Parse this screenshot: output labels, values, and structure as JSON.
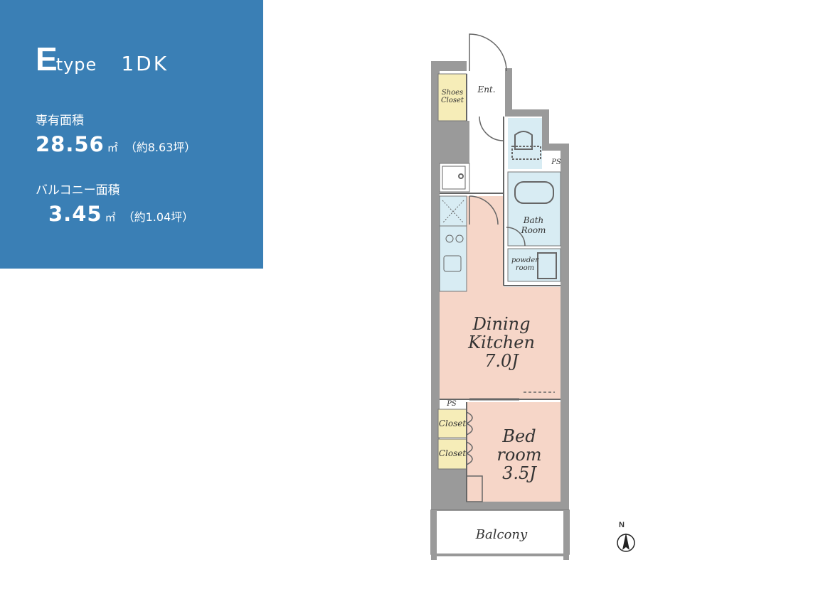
{
  "header": {
    "type_letter": "E",
    "type_word": "type",
    "layout": "1DK"
  },
  "area": {
    "label": "専有面積",
    "value": "28.56",
    "unit": "㎡",
    "tsubo": "（約8.63坪）"
  },
  "balcony_area": {
    "label": "バルコニー面積",
    "value": "3.45",
    "unit": "㎡",
    "tsubo": "（約1.04坪）"
  },
  "rooms": {
    "entrance": "Ent.",
    "shoes_closet_1": "Shoes",
    "shoes_closet_2": "Closet",
    "ps_top": "PS",
    "bath_1": "Bath",
    "bath_2": "Room",
    "powder_1": "powder",
    "powder_2": "room",
    "dining_1": "Dining",
    "dining_2": "Kitchen",
    "dining_3": "7.0J",
    "ps_bed": "PS",
    "closet_1": "Closet",
    "closet_2": "Closet",
    "bed_1": "Bed",
    "bed_2": "room",
    "bed_3": "3.5J",
    "balcony": "Balcony"
  },
  "compass": {
    "label": "N"
  },
  "colors": {
    "panel": "#3a7fb5",
    "wall": "#9a9a9a",
    "living_floor": "#f6d6c8",
    "wet_area": "#d8ecf3",
    "closet": "#f6edb8"
  }
}
